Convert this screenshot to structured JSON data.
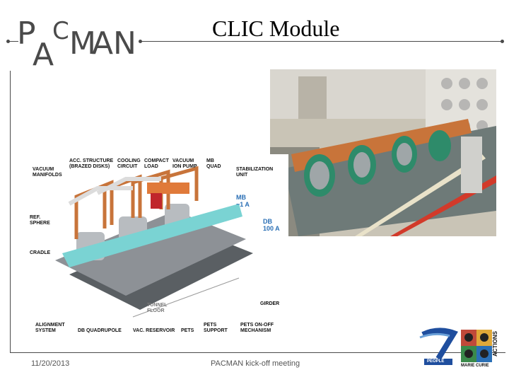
{
  "logo": {
    "letters": [
      "P",
      "A",
      "C",
      "M",
      "A",
      "N"
    ]
  },
  "slide": {
    "title": "CLIC Module"
  },
  "diagram_labels": {
    "vacuum_manifolds": "VACUUM\nMANIFOLDS",
    "acc_structure": "ACC. STRUCTURE\n(BRAZED DISKS)",
    "cooling_circuit": "COOLING\nCIRCUIT",
    "compact_load": "COMPACT\nLOAD",
    "vacuum_ion_pump": "VACUUM\nION PUMP",
    "mb_quad": "MB\nQUAD",
    "stabilization_unit": "STABILIZATION\nUNIT",
    "mb_current": "MB\n~1 A",
    "db_current": "DB\n100 A",
    "ref_sphere": "REF.\nSPHERE",
    "cradle": "CRADLE",
    "girder": "GIRDER",
    "alignment_system": "ALIGNMENT\nSYSTEM",
    "db_quadrupole": "DB QUADRUPOLE",
    "vac_reservoir": "VAC. RESERVOIR",
    "pets": "PETS",
    "pets_support": "PETS\nSUPPORT",
    "pets_onoff": "PETS ON-OFF\nMECHANISM",
    "tunnel_floor": "TUNNEL\nFLOOR"
  },
  "footer": {
    "date": "11/20/2013",
    "center": "PACMAN kick-off meeting"
  },
  "badges": {
    "fp7_text": "PEOPLE",
    "marie_curie": "MARIE CURIE",
    "actions": "ACTIONS"
  },
  "colors": {
    "frame": "#4a4a4a",
    "beam_label": "#2a6fb5",
    "copper": "#c8743a",
    "cyan": "#7ad3d3"
  }
}
